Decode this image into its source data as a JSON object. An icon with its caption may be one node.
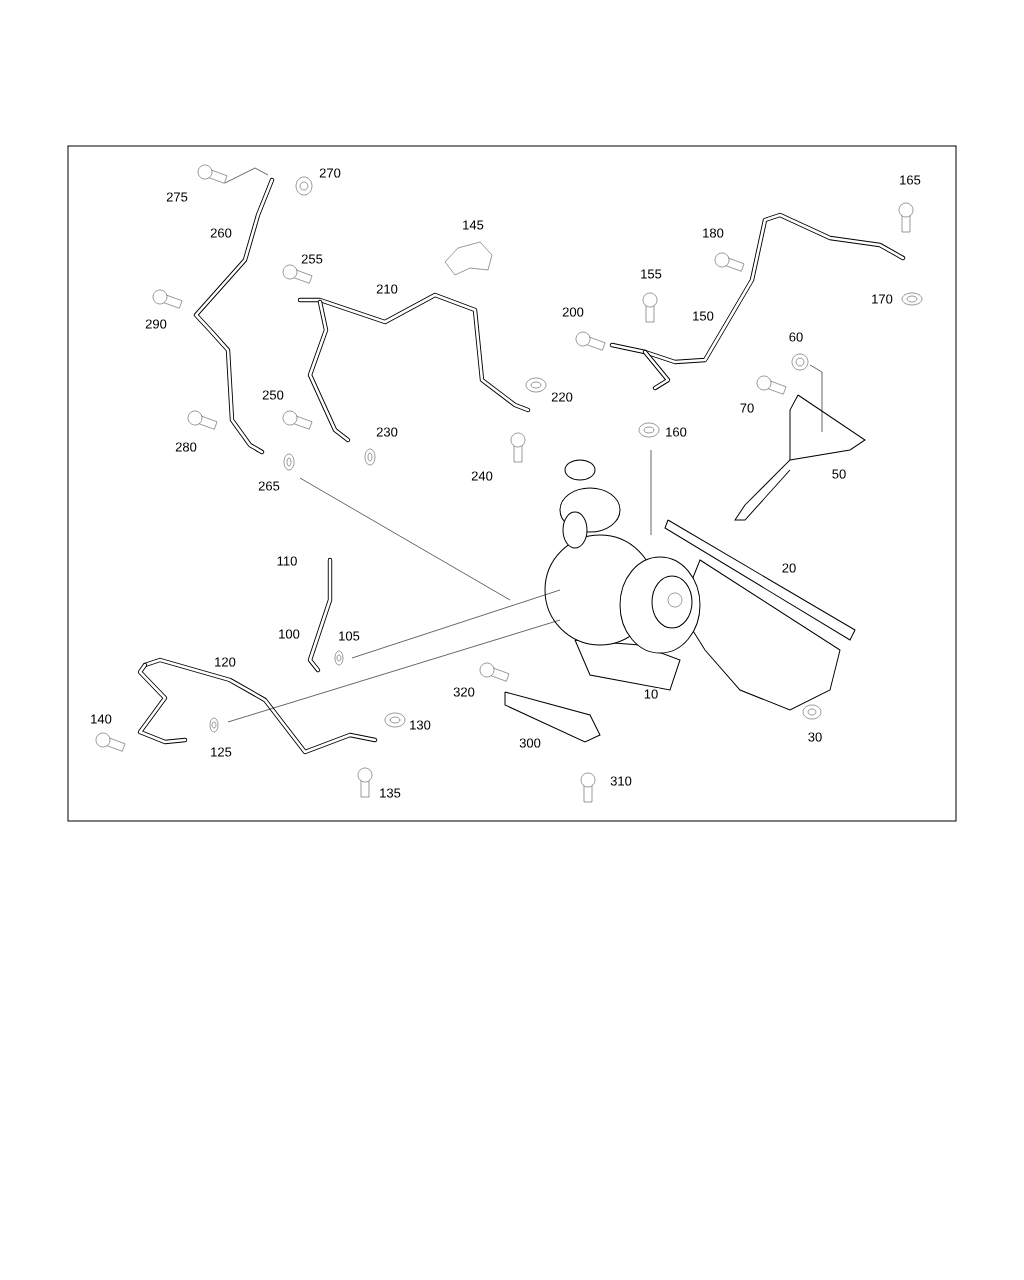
{
  "diagram": {
    "labels": [
      "270",
      "165",
      "275",
      "145",
      "260",
      "180",
      "255",
      "155",
      "210",
      "170",
      "200",
      "150",
      "290",
      "60",
      "250",
      "220",
      "70",
      "230",
      "160",
      "280",
      "240",
      "50",
      "265",
      "110",
      "20",
      "100",
      "105",
      "120",
      "320",
      "10",
      "140",
      "130",
      "30",
      "300",
      "125",
      "310",
      "135"
    ]
  }
}
